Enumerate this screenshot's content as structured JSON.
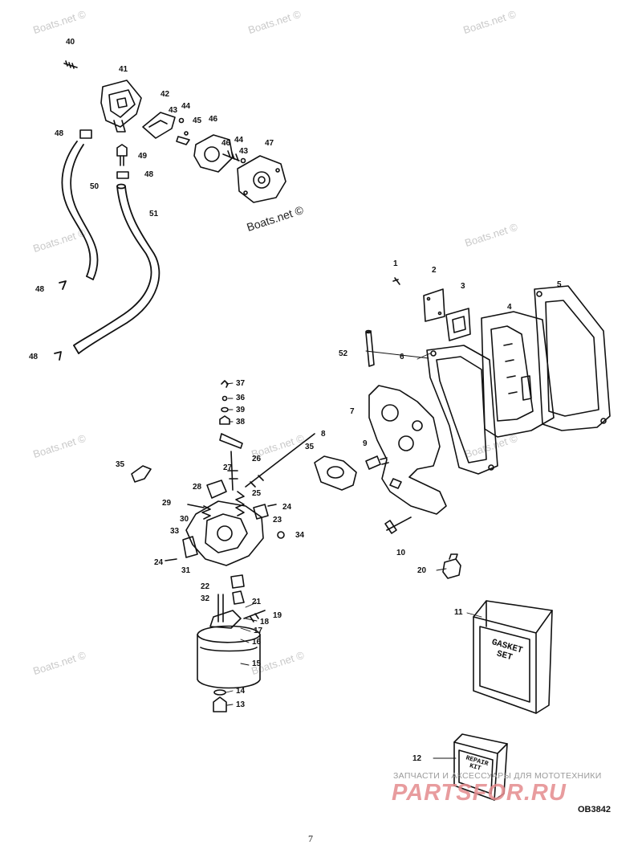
{
  "watermark": "Boats.net ©",
  "watermark_bold": "Boats.net ©",
  "callouts": {
    "c40": "40",
    "c41": "41",
    "c42": "42",
    "c43a": "43",
    "c44a": "44",
    "c45": "45",
    "c46a": "46",
    "c46b": "46",
    "c44b": "44",
    "c47": "47",
    "c43b": "43",
    "c48a": "48",
    "c49": "49",
    "c48b": "48",
    "c50": "50",
    "c51": "51",
    "c48c": "48",
    "c48d": "48",
    "c1": "1",
    "c2": "2",
    "c3": "3",
    "c4": "4",
    "c5": "5",
    "c6": "6",
    "c52": "52",
    "c7": "7",
    "c8": "8",
    "c9": "9",
    "c10": "10",
    "c20": "20",
    "c37": "37",
    "c36": "36",
    "c39": "39",
    "c38": "38",
    "c26": "26",
    "c27": "27",
    "c35": "35",
    "c28": "28",
    "c25": "25",
    "c29": "29",
    "c30": "30",
    "c24a": "24",
    "c23": "23",
    "c33": "33",
    "c34": "34",
    "c24b": "24",
    "c31": "31",
    "c22": "22",
    "c32": "32",
    "c21": "21",
    "c19": "19",
    "c18": "18",
    "c17": "17",
    "c16": "16",
    "c15": "15",
    "c14": "14",
    "c13": "13",
    "c11": "11",
    "c12": "12"
  },
  "gasket_box_label": [
    "GASKET",
    "SET"
  ],
  "repair_kit_label": [
    "REPAIR",
    "KIT"
  ],
  "banner_text": "ЗАПЧАСТИ И АКСЕССУАРЫ ДЛЯ МОТОТЕХНИКИ",
  "banner_brand": "PARTSFOR.RU",
  "drawing_ref": "OB3842",
  "page_number": "7"
}
